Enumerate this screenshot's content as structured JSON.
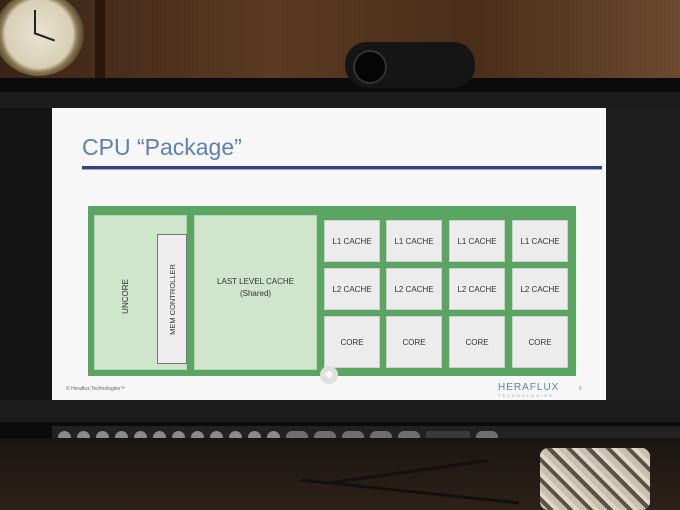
{
  "slide": {
    "title": "CPU “Package”",
    "uncore": "UNCORE",
    "mem_controller": "MEM CONTROLLER",
    "llc_line1": "LAST LEVEL CACHE",
    "llc_line2": "(Shared)",
    "l1": [
      "L1 CACHE",
      "L1 CACHE",
      "L1 CACHE",
      "L1 CACHE"
    ],
    "l2": [
      "L2 CACHE",
      "L2 CACHE",
      "L2 CACHE",
      "L2 CACHE"
    ],
    "core": [
      "CORE",
      "CORE",
      "CORE",
      "CORE"
    ],
    "footer": "© Heraflux Technologies™",
    "logo": "HERAFLUX",
    "logo_sub": "TECHNOLOGIES",
    "page_number": "6"
  },
  "colors": {
    "package_green": "#5aa561",
    "region_green": "#cfe6cc",
    "title_blue": "#5b80b8",
    "rule_navy": "#36447a"
  },
  "icons": {
    "center": "presenter-logo-icon"
  }
}
